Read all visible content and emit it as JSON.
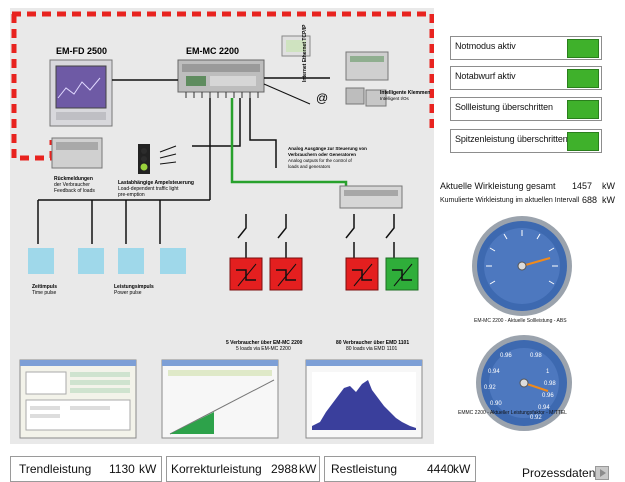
{
  "diagram": {
    "em_fd_label": "EM-FD 2500",
    "em_mc_label": "EM-MC 2200",
    "ethernet_label": "Internet Ethernet TCP/IP",
    "klemmen_label": "Intelligente Klemmen",
    "klemmen_sub": "Intelligent I/Os",
    "analog_de_1": "Analog Ausgänge zur Steuerung von",
    "analog_de_2": "Verbrauchern oder Generatoren",
    "analog_en_1": "Analog outputs for the control of",
    "analog_en_2": "loads and generators",
    "rueck_de_1": "Rückmeldungen",
    "rueck_de_2": "der Verbraucher",
    "rueck_en": "Feedback of loads",
    "ampel_de": "Lastabhängige Ampelsteuerung",
    "ampel_en_1": "Load-dependent traffic light",
    "ampel_en_2": "pre-emption",
    "zeit_de": "Zeitimpuls",
    "zeit_en": "Time pulse",
    "leist_de": "Leistungsimpuls",
    "leist_en": "Power pulse",
    "verb5_de": "5 Verbraucher über EM-MC 2200",
    "verb5_en": "5 loads via EM-MC 2200",
    "verb80_de": "80 Verbraucher über EMD 1101",
    "verb80_en": "80 loads via EMD 1101",
    "at_symbol": "@"
  },
  "status": [
    {
      "label": "Notmodus aktiv",
      "color": "#3fb12b"
    },
    {
      "label": "Notabwurf aktiv",
      "color": "#3fb12b"
    },
    {
      "label": "Sollleistung überschritten",
      "color": "#3fb12b"
    },
    {
      "label": "Spitzenleistung überschritten",
      "color": "#3fb12b"
    }
  ],
  "metrics": {
    "wirk_label": "Aktuelle Wirkleistung gesamt",
    "wirk_value": "1457",
    "wirk_unit": "kW",
    "kum_label": "Kumulierte Wirkleistung im aktuellen Intervall",
    "kum_value": "688",
    "kum_unit": "kW"
  },
  "gauges": {
    "gauge1_caption": "EM-MC 2200 - Aktuelle Sollleistung - ABS",
    "gauge2_caption": "EMMC 2200 - Aktueller Leistungsfaktor - MITTEL",
    "g2_ticks": [
      "0.96",
      "0.98",
      "1",
      "0.94",
      "0.92",
      "0.90",
      "0.98",
      "0.96",
      "0.94",
      "0.92"
    ]
  },
  "bottom": {
    "trend_label": "Trendleistung",
    "trend_value": "1130",
    "trend_unit": "kW",
    "korr_label": "Korrekturleistung",
    "korr_value": "2988",
    "korr_unit": "kW",
    "rest_label": "Restleistung",
    "rest_value": "4440",
    "rest_unit": "kW",
    "prozess_label": "Prozessdaten"
  },
  "colors": {
    "dash_red": "#e8231f",
    "wire_green": "#28a12c",
    "load_red": "#e41f1f",
    "load_green": "#2fae3a",
    "pulse_cyan": "#9fd8ea",
    "gauge_blue": "#3d69b0"
  }
}
